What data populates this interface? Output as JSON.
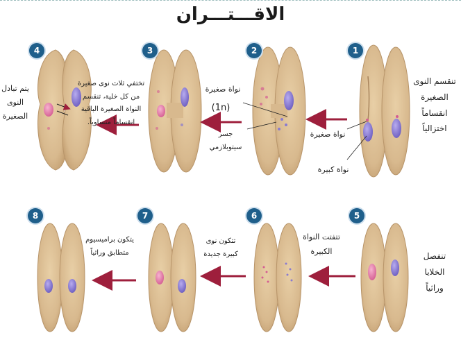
{
  "title": "الاقـــتـــران",
  "steps": [
    {
      "number": "1",
      "text": "تنقسم النوى الصغيرة انقساماً اختزالياً"
    },
    {
      "number": "2"
    },
    {
      "number": "3",
      "text": "تختفي ثلاث نوى صغيرة من كل خلية، تنقسم النواة الصغيرة الباقية انقساماً متساوياً."
    },
    {
      "number": "4",
      "text": "يتم تبادل النوى الصغيرة"
    },
    {
      "number": "5",
      "text": "تنفصل الخلايا وراثياً"
    },
    {
      "number": "6",
      "text": "تتفتت النواة الكبيرة"
    },
    {
      "number": "7",
      "text": "تتكون نوى كبيرة جديدة"
    },
    {
      "number": "8",
      "text": "يتكون براميسيوم متطابق وراثياً"
    }
  ],
  "labels": {
    "micronucleus_1n": "نواة صغيرة",
    "haploid": "(1n)",
    "cytoplasmic_bridge": "جسر سيتوبلازمي",
    "micronucleus": "نواة صغيرة",
    "macronucleus": "نواة كبيرة"
  },
  "colors": {
    "cell_fill": "#d8b98e",
    "cell_edge": "#b8956a",
    "macronucleus": "#8a7bd0",
    "micronucleus": "#e07aa8",
    "arrow": "#9e1f3c",
    "badge": "#1f5f8b"
  }
}
